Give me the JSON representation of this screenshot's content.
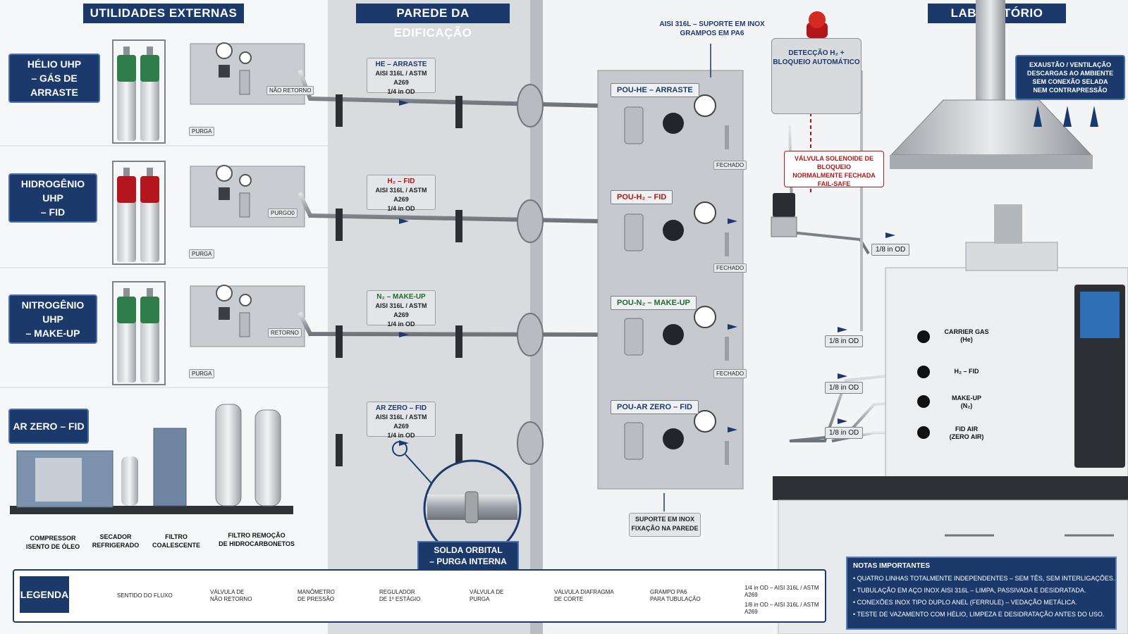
{
  "headers": {
    "external": "UTILIDADES EXTERNAS",
    "wall": "PAREDE DA EDIFICAÇÃO",
    "lab": "LABORATÓRIO"
  },
  "gas_sources": [
    {
      "label_line1": "HÉLIO UHP",
      "label_line2": "– GÁS DE ARRASTE",
      "cylinder_color": "#2e7d4a",
      "check_tag": "NÃO RETORNO",
      "purge_tag": "PURGA"
    },
    {
      "label_line1": "HIDROGÊNIO UHP",
      "label_line2": "– FID",
      "cylinder_color": "#b3161c",
      "check_tag": "PURGO0",
      "purge_tag": "PURGA"
    },
    {
      "label_line1": "NITROGÊNIO UHP",
      "label_line2": "– MAKE-UP",
      "cylinder_color": "#2e7d4a",
      "check_tag": "RETORNO",
      "purge_tag": "PURGA"
    }
  ],
  "air_source": {
    "label": "AR ZERO – FID",
    "components": [
      {
        "line1": "COMPRESSOR",
        "line2": "ISENTO DE ÓLEO"
      },
      {
        "line1": "SECADOR",
        "line2": "REFRIGERADO"
      },
      {
        "line1": "FILTRO",
        "line2": "COALESCENTE"
      },
      {
        "line1": "FILTRO REMOÇÃO",
        "line2": "DE HIDROCARBONETOS"
      }
    ]
  },
  "wall_tags": [
    {
      "line1": "HE – ARRASTE",
      "line2": "AISI 316L / ASTM A269",
      "line3": "1/4 in OD",
      "color": "blue"
    },
    {
      "line1": "H₂ – FID",
      "line2": "AISI 316L / ASTM A269",
      "line3": "1/4 in OD",
      "color": "red"
    },
    {
      "line1": "N₂ – MAKE-UP",
      "line2": "AISI 316L / ASTM A269",
      "line3": "1/4 in OD",
      "color": "green"
    },
    {
      "line1": "AR ZERO – FID",
      "line2": "AISI 316L / ASTM A269",
      "line3": "1/4 in OD",
      "color": "blue"
    }
  ],
  "orbital_weld": {
    "line1": "SOLDA ORBITAL",
    "line2": "– PURGA INTERNA"
  },
  "support_note": {
    "line1": "AISI 316L – SUPORTE EM INOX",
    "line2": "GRAMPOS EM PA6"
  },
  "panel_note": {
    "line1": "SUPORTE EM INOX",
    "line2": "FIXAÇÃO NA PAREDE"
  },
  "pou_labels": [
    {
      "text": "POU-HE – ARRASTE",
      "color": "blue"
    },
    {
      "text": "POU-H₂ – FID",
      "color": "red"
    },
    {
      "text": "POU-N₂ – MAKE-UP",
      "color": "green"
    },
    {
      "text": "POU-AR ZERO – FID",
      "color": "blue"
    }
  ],
  "closed_tag": "FECHADO",
  "detection": {
    "line1": "DETECÇÃO H₂ +",
    "line2": "BLOQUEIO AUTOMÁTICO"
  },
  "solenoid": {
    "line1": "VÁLVULA SOLENOIDE DE BLOQUEIO",
    "line2": "NORMALMENTE FECHADA",
    "line3": "FAIL-SAFE"
  },
  "exhaust": {
    "line1": "EXAUSTÃO / VENTILAÇÃO",
    "line2": "DESCARGAS AO AMBIENTE",
    "line3": "SEM CONEXÃO SELADA",
    "line4": "NEM CONTRAPRESSÃO"
  },
  "od_small": "1/8 in OD",
  "gc_inlets": [
    {
      "line1": "CARRIER GAS",
      "line2": "(He)"
    },
    {
      "line1": "H₂ – FID",
      "line2": ""
    },
    {
      "line1": "MAKE-UP",
      "line2": "(N₂)"
    },
    {
      "line1": "FID AIR",
      "line2": "(ZERO AIR)"
    }
  ],
  "legend": {
    "title": "LEGENDA",
    "items": [
      {
        "icon": "arrow-icon",
        "line1": "SENTIDO DO FLUXO",
        "line2": ""
      },
      {
        "icon": "check-valve-icon",
        "line1": "VÁLVULA DE",
        "line2": "NÃO RETORNO"
      },
      {
        "icon": "gauge-icon",
        "line1": "MANÔMETRO",
        "line2": "DE PRESSÃO"
      },
      {
        "icon": "regulator-icon",
        "line1": "REGULADOR",
        "line2": "DE 1º ESTÁGIO"
      },
      {
        "icon": "purge-valve-icon",
        "line1": "VÁLVULA DE",
        "line2": "PURGA"
      },
      {
        "icon": "diaphragm-valve-icon",
        "line1": "VÁLVULA DIAFRAGMA",
        "line2": "DE CORTE"
      },
      {
        "icon": "clamp-icon",
        "line1": "GRAMPO PA6",
        "line2": "PARA TUBULAÇÃO"
      }
    ],
    "tube_a": "1/4 in OD – AISI 316L / ASTM A269",
    "tube_b": "1/8 in OD – AISI 316L / ASTM A269"
  },
  "notes": {
    "title": "NOTAS IMPORTANTES",
    "items": [
      "• QUATRO LINHAS TOTALMENTE INDEPENDENTES – SEM TÊS, SEM INTERLIGAÇÕES.",
      "• TUBULAÇÃO EM AÇO INOX AISI 316L – LIMPA, PASSIVADA E DESIDRATADA.",
      "• CONEXÕES INOX TIPO DUPLO ANEL (FERRULE) – VEDAÇÃO METÁLICA.",
      "• TESTE DE VAZAMENTO COM HÉLIO, LIMPEZA E DESIDRATAÇÃO ANTES DO USO."
    ]
  },
  "colors": {
    "navy": "#1b3a6b",
    "red": "#b1161a",
    "green": "#1e6b2a",
    "steel": "#a8adb3"
  }
}
